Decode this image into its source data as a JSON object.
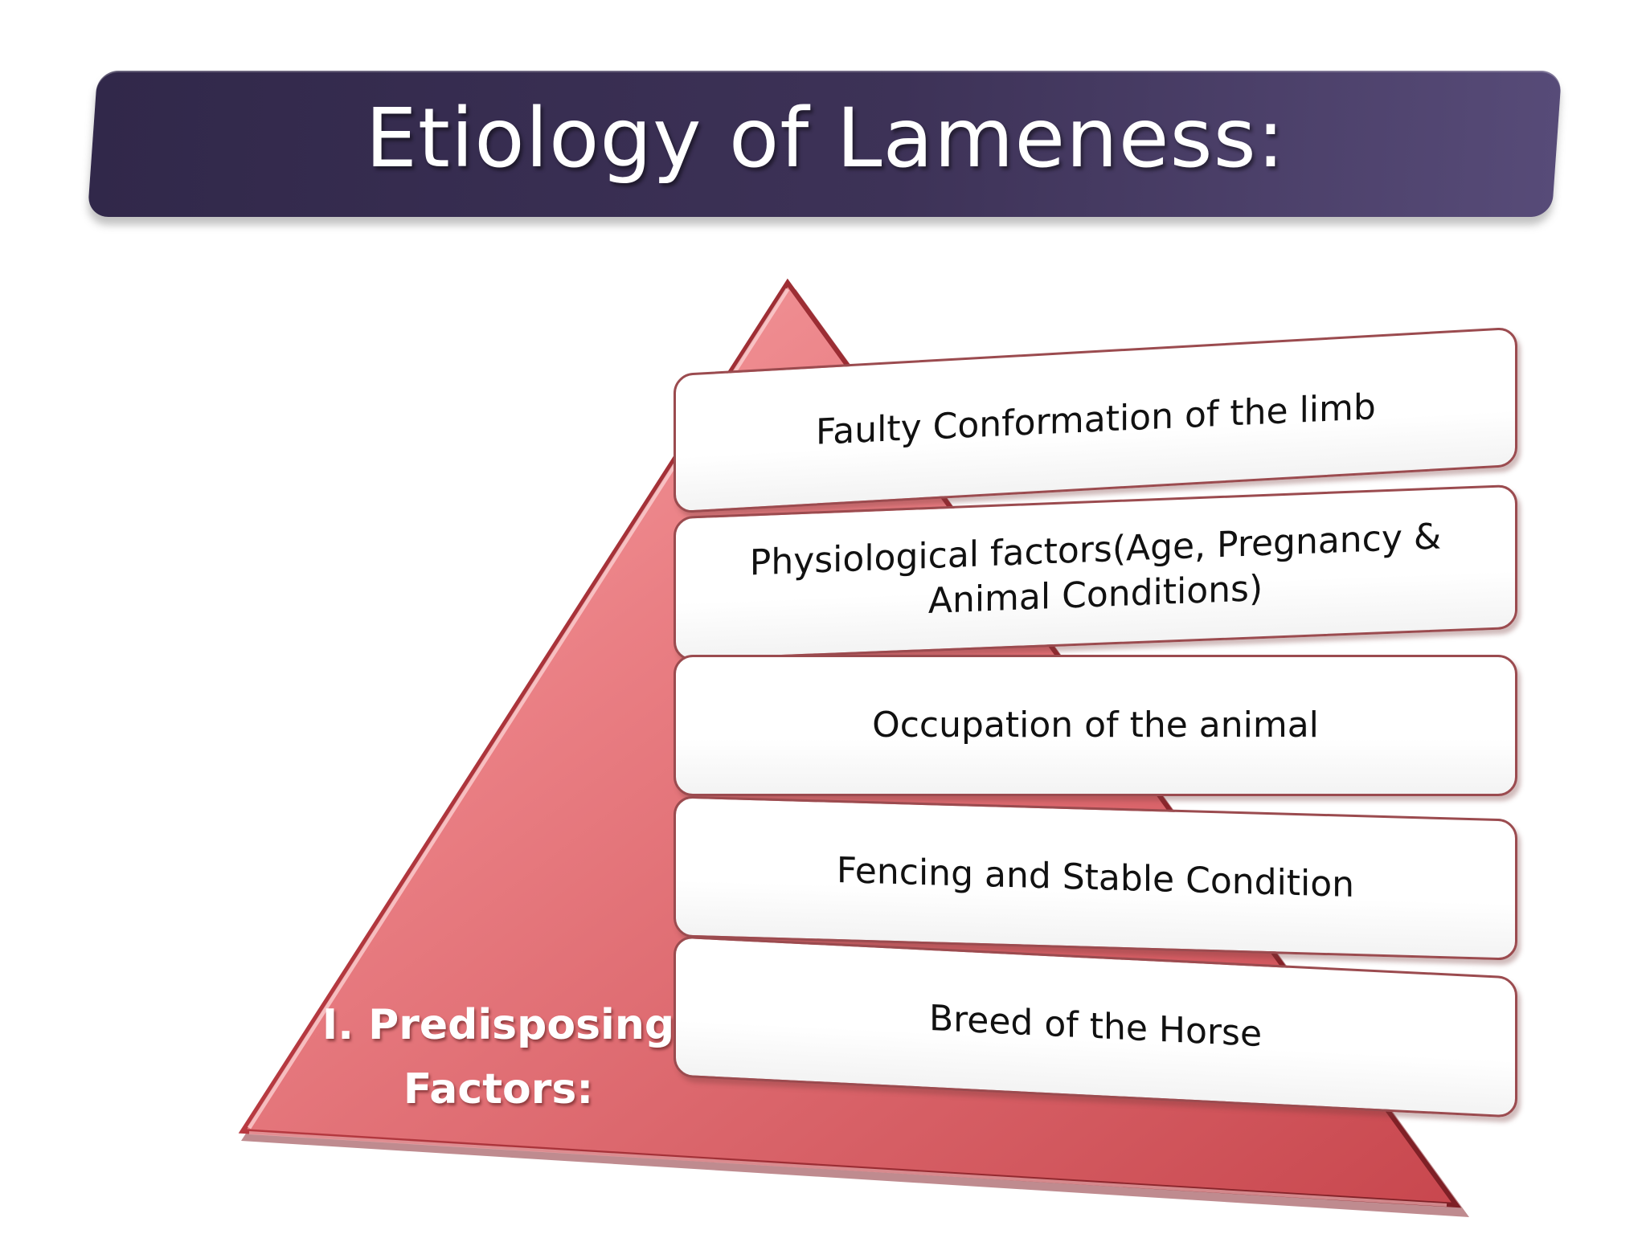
{
  "title": "Etiology of Lameness:",
  "pyramid": {
    "label": "I. Predisposing\nFactors:",
    "color": "#d65a60"
  },
  "factors": [
    "Faulty Conformation of the limb",
    "Physiological factors(Age, Pregnancy & Animal Conditions)",
    "Occupation of the animal",
    "Fencing and Stable Condition",
    "Breed of the Horse"
  ],
  "colors": {
    "banner": "#3d3257",
    "pyramid": "#d65a60",
    "box_border": "#9b4b4f"
  }
}
